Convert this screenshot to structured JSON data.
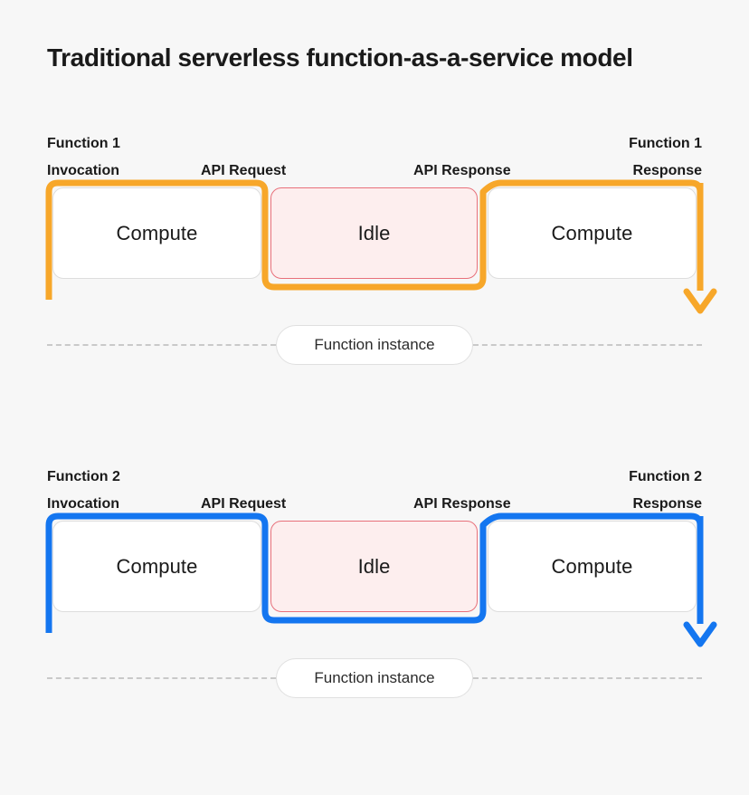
{
  "page": {
    "background_color": "#F7F7F7",
    "title": "Traditional serverless function-as-a-service model"
  },
  "colors": {
    "orange": "#F7A72A",
    "blue": "#1476F0",
    "idle_fill": "#FDEEEE",
    "idle_border": "#E8707A",
    "compute_fill": "#FFFFFF",
    "compute_border": "#DDDDDD",
    "dashed_line": "#C9C9C9",
    "text": "#1A1A1A"
  },
  "sections": [
    {
      "id": "function-1",
      "accent_color": "#F7A72A",
      "labels": {
        "invocation": "Function 1\nInvocation",
        "api_request": "API Request",
        "api_response": "API Response",
        "response": "Function 1\nResponse"
      },
      "boxes": [
        {
          "label": "Compute",
          "state": "compute"
        },
        {
          "label": "Idle",
          "state": "idle"
        },
        {
          "label": "Compute",
          "state": "compute"
        }
      ],
      "divider_label": "Function instance"
    },
    {
      "id": "function-2",
      "accent_color": "#1476F0",
      "labels": {
        "invocation": "Function 2\nInvocation",
        "api_request": "API Request",
        "api_response": "API Response",
        "response": "Function 2\nResponse"
      },
      "boxes": [
        {
          "label": "Compute",
          "state": "compute"
        },
        {
          "label": "Idle",
          "state": "idle"
        },
        {
          "label": "Compute",
          "state": "compute"
        }
      ],
      "divider_label": "Function instance"
    }
  ]
}
